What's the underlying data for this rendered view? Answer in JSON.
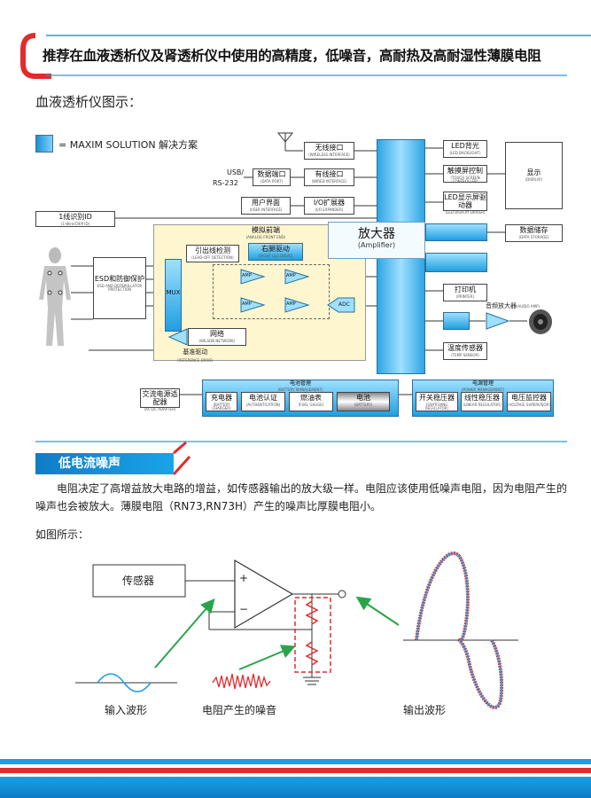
{
  "header": {
    "title": "推荐在血液透析仪及肾透析仪中使用的高精度，低噪音，高耐热及高耐湿性薄膜电阻"
  },
  "diagram_title": "血液透析仪图示：",
  "legend": "= MAXIM SOLUTION 解决方案",
  "diagram": {
    "wireless": {
      "cn": "无线接口",
      "en": "(WIRELESS INTERFACE)"
    },
    "usb_label": "USB/",
    "rs232_label": "RS-232",
    "data_port": {
      "cn": "数据端口",
      "en": "(DATA PORT)"
    },
    "wired": {
      "cn": "有线接口",
      "en": "(WIRED INTERFACE)"
    },
    "user_iface": {
      "cn": "用户界面",
      "en": "(USER INTERFACE)"
    },
    "io_exp": {
      "cn": "I/O扩展器",
      "en": "(I/O EXPANDER)"
    },
    "onewire": {
      "cn": "1线识别ID",
      "en": "(1-Wire/CHIP ID)"
    },
    "led_bl": {
      "cn": "LED背光",
      "en": "(LED BACKLIGHT)"
    },
    "touch": {
      "cn": "触摸屏控制",
      "en": "(TOUCH SCREEN CONTROLLER)"
    },
    "led_drv": {
      "cn": "LED显示屏驱动器",
      "en": "(LED DISPLAY DRIVER)"
    },
    "display": {
      "cn": "显示",
      "en": "(DISPLAY)"
    },
    "data_store": {
      "cn": "数据储存",
      "en": "(DATA STORAGE)"
    },
    "printer": {
      "cn": "打印机",
      "en": "(PRINTER)"
    },
    "audio_amp": {
      "cn": "音频放大器",
      "en": "(AUDIO AMP)"
    },
    "temp": {
      "cn": "温度传感器",
      "en": "(TEMP SENSOR)"
    },
    "analog_fe": {
      "cn": "模拟前端",
      "en": "(ANALOG FRONT END)"
    },
    "lead_det": {
      "cn": "引出线检测",
      "en": "(LEAD-OFF DETECTION)"
    },
    "right_leg": {
      "cn": "右腿驱动",
      "en": "(RIGHT LEG DRIVE)"
    },
    "esd": {
      "cn": "ESD和防御保护",
      "en": "ESD AND DEFIBRILLATOR PROTECTION"
    },
    "mux": "MUX",
    "amp": "AMP",
    "adc": "ADC",
    "network": {
      "cn": "网络",
      "en": "(WILSON NETWORK)"
    },
    "ref": {
      "cn": "基准驱动",
      "en": "(REFERENCE DRIVE)"
    },
    "ac_adapter": {
      "cn": "交流电源适配器",
      "en": "(AC-DC ADAPTER)"
    },
    "batt_mgmt": {
      "cn": "电池管理",
      "en": "(BATTERY MANAGEMENT)"
    },
    "charger": {
      "cn": "充电器",
      "en": "(BATTERY CHARGER)"
    },
    "auth": {
      "cn": "电池认证",
      "en": "(AUTHENTICATION)"
    },
    "fuel": {
      "cn": "燃油表",
      "en": "(FUEL GAUGE)"
    },
    "battery": {
      "cn": "电池",
      "en": "(BATTERY)"
    },
    "pwr_mgmt": {
      "cn": "电源管理",
      "en": "(POWER MANAGEMENT)"
    },
    "switch_reg": {
      "cn": "开关稳压器",
      "en": "(SWITCHING REGULATOR)"
    },
    "linear_reg": {
      "cn": "线性稳压器",
      "en": "(LINEAR REGULATOR)"
    },
    "volt_sup": {
      "cn": "电压监控器",
      "en": "(VOLTAGE SUPERVISOR)"
    },
    "callout": {
      "cn": "放大器",
      "en": "(Amplifier)"
    }
  },
  "section": {
    "title": "低电流噪声",
    "paragraph": "电阻决定了高增益放大电路的增益，如传感器输出的放大级一样。电阻应该使用低噪声电阻，因为电阻产生的噪声也会被放大。薄膜电阻（RN73,RN73H）产生的噪声比厚膜电阻小。",
    "figure_caption": "如图所示：",
    "sensor": "传感器",
    "plus": "+",
    "minus": "−",
    "input_label": "输入波形",
    "noise_label": "电阻产生的噪音",
    "output_label": "输出波形"
  },
  "colors": {
    "accent_red": "#e22b2b",
    "accent_blue": "#1a9fe0",
    "arrow_green": "#2aa44a"
  }
}
